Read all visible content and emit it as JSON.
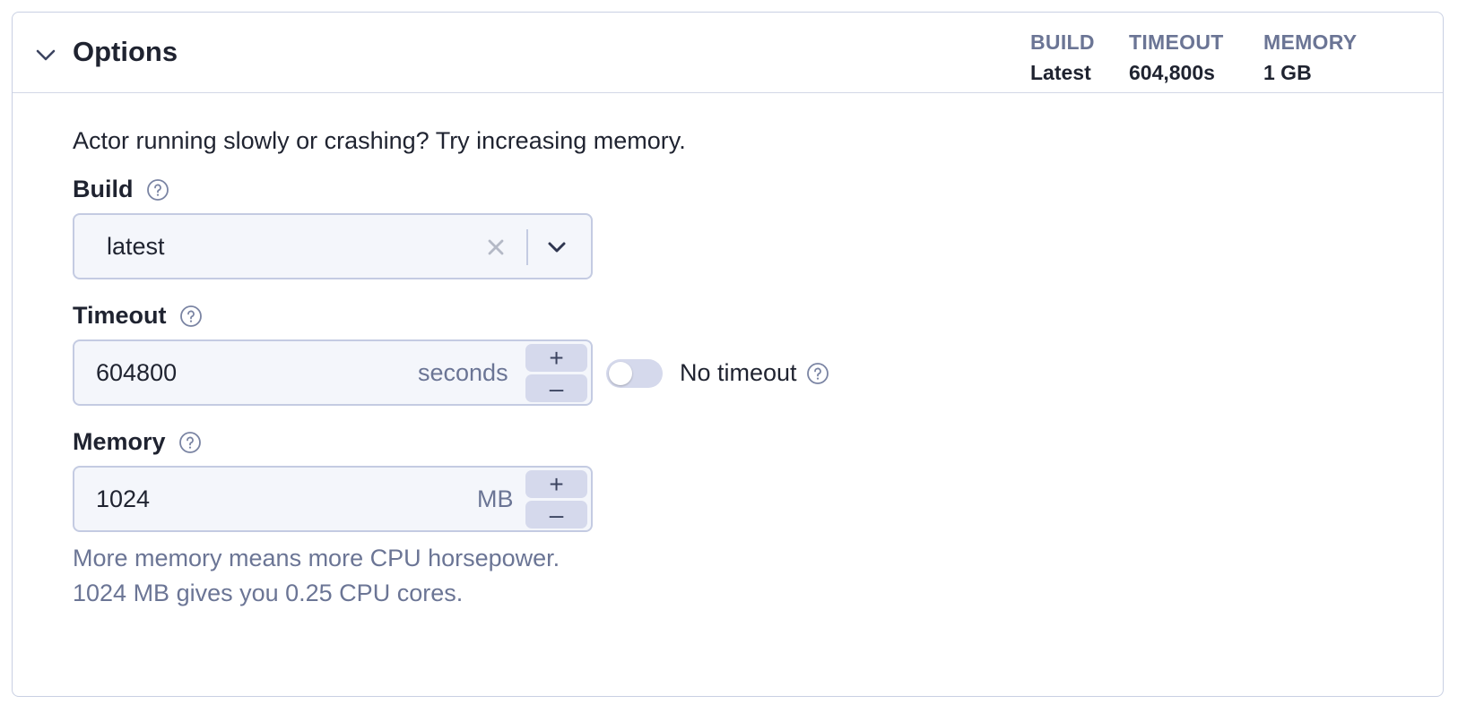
{
  "panel": {
    "title": "Options",
    "summary": [
      {
        "label": "BUILD",
        "value": "Latest"
      },
      {
        "label": "TIMEOUT",
        "value": "604,800s"
      },
      {
        "label": "MEMORY",
        "value": "1 GB"
      }
    ]
  },
  "intro_text": "Actor running slowly or crashing? Try increasing memory.",
  "build": {
    "label": "Build",
    "selected": "latest",
    "icons": {
      "help": "help-circle-icon",
      "clear": "x-icon",
      "dropdown": "chevron-down-icon"
    }
  },
  "timeout": {
    "label": "Timeout",
    "value": "604800",
    "unit": "seconds",
    "increment": "+",
    "decrement": "–",
    "no_timeout_label": "No timeout",
    "no_timeout_enabled": false
  },
  "memory": {
    "label": "Memory",
    "value": "1024",
    "unit": "MB",
    "increment": "+",
    "decrement": "–",
    "hint_line1": "More memory means more CPU horsepower.",
    "hint_line2": "1024 MB gives you 0.25 CPU cores."
  },
  "colors": {
    "border": "#c9d0e3",
    "muted_text": "#6b7595",
    "input_bg": "#f4f6fb",
    "stepper_bg": "#d5d9ec"
  }
}
